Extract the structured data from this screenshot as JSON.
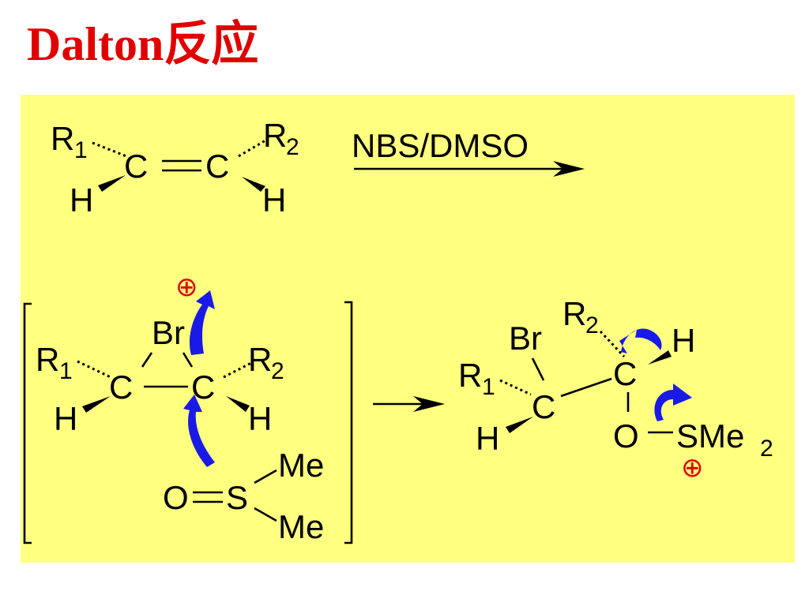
{
  "title": "Dalton反应",
  "reaction1": {
    "r1": "R",
    "r1_sub": "1",
    "r2": "R",
    "r2_sub": "2",
    "c_left": "C",
    "c_right": "C",
    "h_left": "H",
    "h_right": "H",
    "reagent": "NBS/DMSO"
  },
  "intermediate": {
    "charge": "⊕",
    "br": "Br",
    "r1": "R",
    "r1_sub": "1",
    "r2": "R",
    "r2_sub": "2",
    "c_left": "C",
    "c_right": "C",
    "h_left": "H",
    "h_right": "H",
    "o": "O",
    "s": "S",
    "me_top": "Me",
    "me_bottom": "Me"
  },
  "product": {
    "br": "Br",
    "r1": "R",
    "r1_sub": "1",
    "r2": "R",
    "r2_sub": "2",
    "c_left": "C",
    "c_right": "C",
    "h_left": "H",
    "h_right": "H",
    "o": "O",
    "sme": "SMe",
    "sme_sub": "2",
    "charge": "⊕"
  },
  "colors": {
    "title": "#e00000",
    "panel": "#ffff80",
    "curved_arrow": "#1a1ae6",
    "charge": "#e00000"
  }
}
